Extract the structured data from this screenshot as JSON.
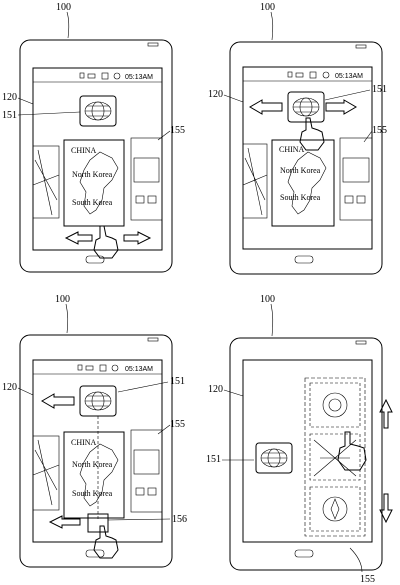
{
  "panels": [
    {
      "phone_ref": "100",
      "screen_ref": "120",
      "icon_ref": "151",
      "list_ref": "155",
      "status_time": "05:13AM",
      "map_labels": [
        "CHINA",
        "North Korea",
        "South Korea"
      ]
    },
    {
      "phone_ref": "100",
      "screen_ref": "120",
      "icon_ref": "151",
      "list_ref": "155",
      "status_time": "05:13AM",
      "map_labels": [
        "CHINA",
        "North Korea",
        "South Korea"
      ]
    },
    {
      "phone_ref": "100",
      "screen_ref": "120",
      "icon_ref": "151",
      "list_ref": "155",
      "target_ref": "156",
      "status_time": "05:13AM",
      "map_labels": [
        "CHINA",
        "North Korea",
        "South Korea"
      ]
    },
    {
      "phone_ref": "100",
      "screen_ref": "120",
      "icon_ref": "151",
      "list_ref": "155"
    }
  ],
  "icons": [
    "globe-icon",
    "arrow-left-icon",
    "arrow-right-icon",
    "arrow-up-icon",
    "arrow-down-icon",
    "hand-icon",
    "camera-icon",
    "map-icon",
    "navigation-icon"
  ]
}
